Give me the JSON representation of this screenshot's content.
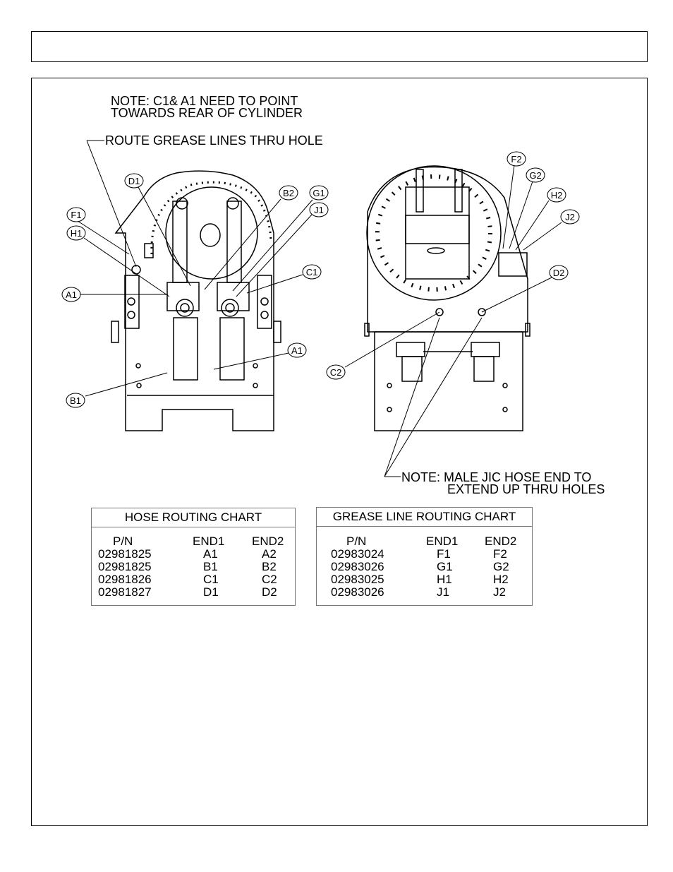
{
  "header": {
    "title": ""
  },
  "notes": {
    "note1_line1": "NOTE: C1& A1 NEED TO POINT",
    "note1_line2": "TOWARDS REAR OF CYLINDER",
    "grease_note": "ROUTE GREASE LINES THRU  HOLE",
    "note2_line1": "NOTE:  MALE JIC HOSE END TO",
    "note2_line2": "EXTEND UP THRU HOLES"
  },
  "callouts": {
    "D1": "D1",
    "B2": "B2",
    "G1": "G1",
    "J1": "J1",
    "F1": "F1",
    "H1": "H1",
    "C1": "C1",
    "A1_top": "A1",
    "A1_bottom": "A1",
    "B1": "B1",
    "F2": "F2",
    "G2": "G2",
    "H2": "H2",
    "J2": "J2",
    "D2": "D2",
    "C2": "C2"
  },
  "hose_chart": {
    "title": "HOSE ROUTING CHART",
    "headers": [
      "P/N",
      "END1",
      "END2"
    ],
    "rows": [
      [
        "02981825",
        "A1",
        "A2"
      ],
      [
        "02981825",
        "B1",
        "B2"
      ],
      [
        "02981826",
        "C1",
        "C2"
      ],
      [
        "02981827",
        "D1",
        "D2"
      ]
    ]
  },
  "grease_chart": {
    "title": "GREASE LINE ROUTING CHART",
    "headers": [
      "P/N",
      "END1",
      "END2"
    ],
    "rows": [
      [
        "02983024",
        "F1",
        "F2"
      ],
      [
        "02983026",
        "G1",
        "G2"
      ],
      [
        "02983025",
        "H1",
        "H2"
      ],
      [
        "02983026",
        "J1",
        "J2"
      ]
    ]
  }
}
